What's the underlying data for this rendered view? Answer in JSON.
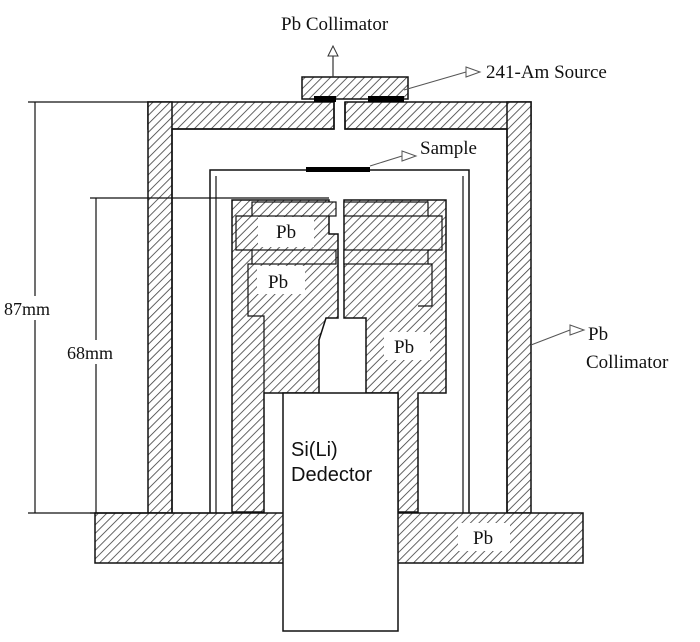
{
  "diagram": {
    "labels": {
      "pb_collimator_top": "Pb Collimator",
      "source": "241-Am Source",
      "sample": "Sample",
      "pb_collimator_right_line1": "Pb",
      "pb_collimator_right_line2": "Collimator",
      "dim_87": "87mm",
      "dim_68": "68mm",
      "pb_upper_left": "Pb",
      "pb_mid_left": "Pb",
      "pb_right": "Pb",
      "pb_base": "Pb",
      "detector_line1": "Si(Li)",
      "detector_line2": "Dedector"
    },
    "colors": {
      "line": "#111111",
      "hatch": "#3a3a3a",
      "background": "#ffffff",
      "sample": "#000000"
    }
  }
}
